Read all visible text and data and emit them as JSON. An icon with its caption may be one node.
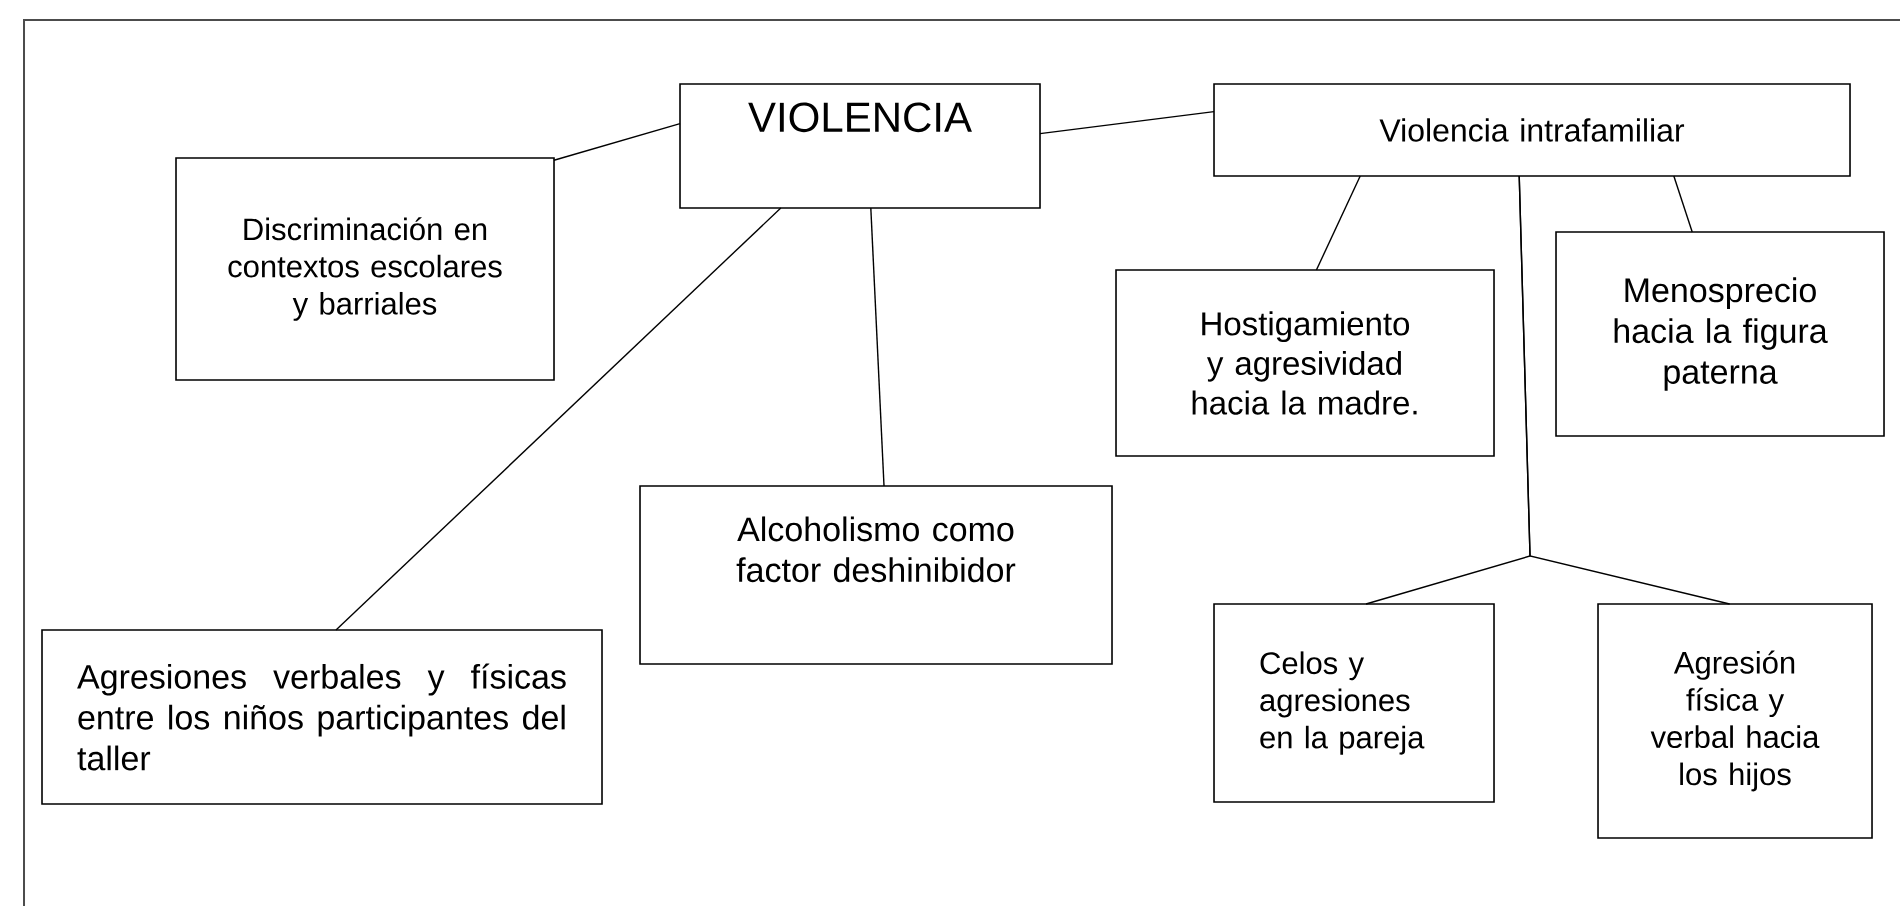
{
  "diagram": {
    "nodes": [
      {
        "text": [
          "VIOLENCIA"
        ]
      },
      {
        "text": [
          "Violencia intrafamiliar"
        ]
      },
      {
        "text": [
          "Discriminación en contextos escolares y barriales"
        ]
      },
      {
        "text": [
          "Hostigamiento y agresividad hacia la madre."
        ]
      },
      {
        "text": [
          "Menosprecio hacia la figura paterna"
        ]
      },
      {
        "text": [
          "Alcoholismo como factor deshinibidor"
        ]
      },
      {
        "text": [
          "Agresiones verbales y físicas entre los niños participantes del taller"
        ]
      },
      {
        "text": [
          "Celos y agresiones en la pareja"
        ]
      },
      {
        "text": [
          "Agresión física y verbal hacia los hijos"
        ]
      }
    ],
    "edges": [
      {
        "from": 0,
        "to": 2,
        "arrow": "none"
      },
      {
        "from": 0,
        "to": 1,
        "arrow": "none"
      },
      {
        "from": 0,
        "to": 6,
        "arrow": "none"
      },
      {
        "from": 0,
        "to": 5,
        "arrow": "none"
      },
      {
        "from": 1,
        "to": 3,
        "arrow": "none"
      },
      {
        "from": 1,
        "to": 4,
        "arrow": "none"
      },
      {
        "from": 1,
        "to": 7,
        "arrow": "none"
      },
      {
        "from": 1,
        "to": 8,
        "arrow": "none"
      }
    ]
  }
}
